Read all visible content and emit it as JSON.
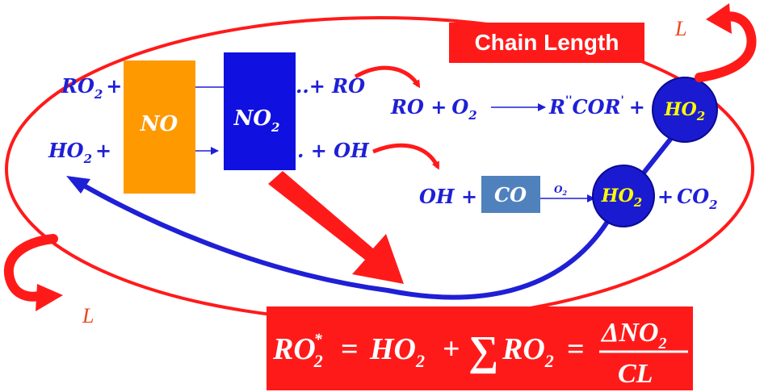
{
  "colors": {
    "red": "#ff1a1a",
    "blue": "#1f1fd6",
    "orange": "#ff9900",
    "no2_box": "#1010e0",
    "co_box": "#4f81bd",
    "ho2_circle": "#1a1ad0",
    "ho2_text": "#ffff00",
    "L_color": "#e8481c"
  },
  "chain_length": {
    "label": "Chain Length",
    "symbol_top": "L",
    "symbol_bottom": "L"
  },
  "boxes": {
    "no": {
      "base": "NO"
    },
    "no2": {
      "base": "NO",
      "sub": "2"
    },
    "co": {
      "base": "CO"
    }
  },
  "reactants": {
    "ro2_left": {
      "base": "RO",
      "sub": "2",
      "op": "+"
    },
    "ho2_left": {
      "base": "HO",
      "sub": "2",
      "op": "+"
    }
  },
  "products_partial": {
    "ro": "..+ RO",
    "oh": ". + OH"
  },
  "reaction_ro": {
    "lhs_ro": "RO +",
    "o2_base": "O",
    "o2_sub": "2",
    "product": "R",
    "product_marks": "''",
    "product_cor": "COR",
    "product_prime": "'",
    "plus": "+"
  },
  "reaction_oh": {
    "lhs": "OH +",
    "over_arrow_base": "O",
    "over_arrow_sub": "2",
    "plus": "+",
    "co2_base": "CO",
    "co2_sub": "2"
  },
  "ho2_circles": [
    {
      "base": "HO",
      "sub": "2"
    },
    {
      "base": "HO",
      "sub": "2"
    }
  ],
  "equation": {
    "lhs_base": "RO",
    "lhs_sup": "*",
    "lhs_sub": "2",
    "eq1": "=",
    "ho2_base": "HO",
    "ho2_sub": "2",
    "plus": "+",
    "sigma": "∑",
    "ro2_base": "RO",
    "ro2_sub": "2",
    "eq2": "=",
    "num_base": "ΔNO",
    "num_sub": "2",
    "den": "CL"
  }
}
